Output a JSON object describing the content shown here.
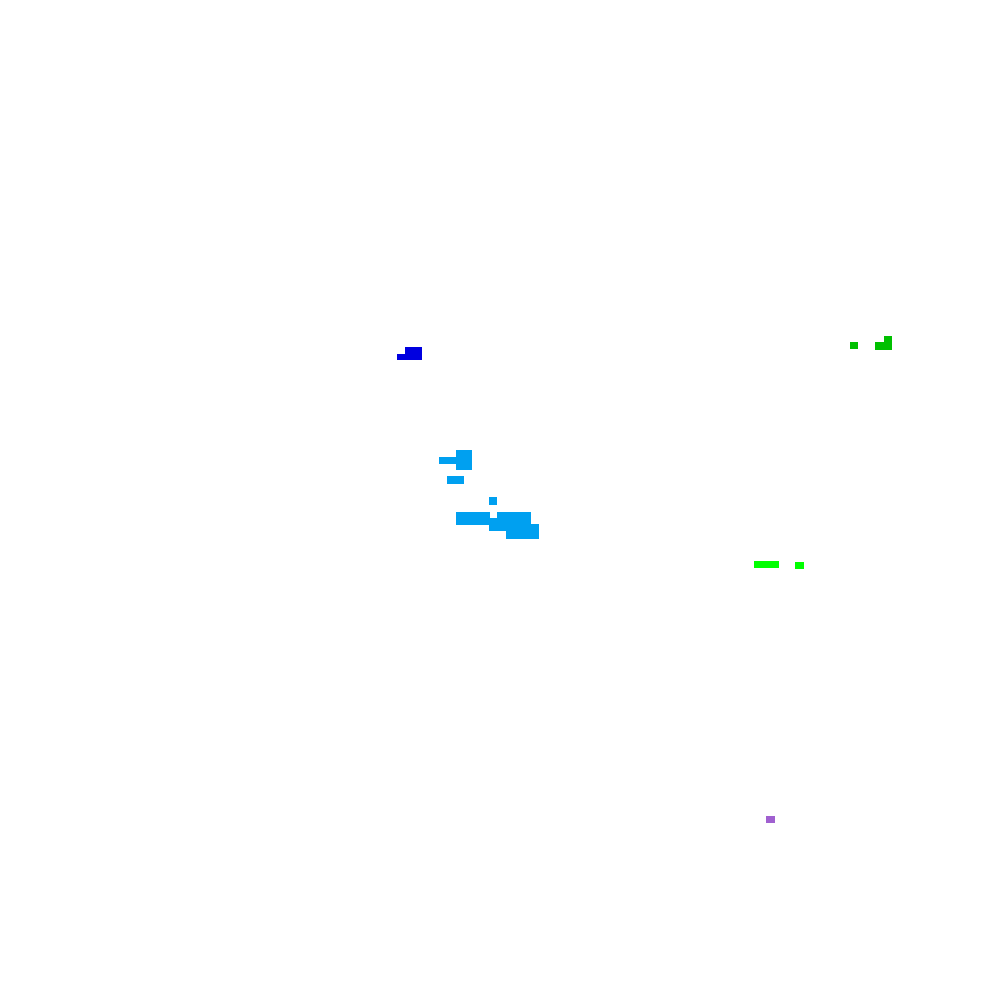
{
  "background": "#ffffff",
  "colors": {
    "dark_blue": "#0000e0",
    "light_blue": "#00a0f0",
    "dark_green": "#00c000",
    "bright_green": "#00ff00",
    "purple": "#a060d0"
  },
  "blobs": [
    {
      "name": "dark-blue-blob",
      "color_key": "dark_blue"
    },
    {
      "name": "light-blue-blob-cluster",
      "color_key": "light_blue"
    },
    {
      "name": "dark-green-blob",
      "color_key": "dark_green"
    },
    {
      "name": "bright-green-blob",
      "color_key": "bright_green"
    },
    {
      "name": "purple-blob",
      "color_key": "purple"
    }
  ]
}
